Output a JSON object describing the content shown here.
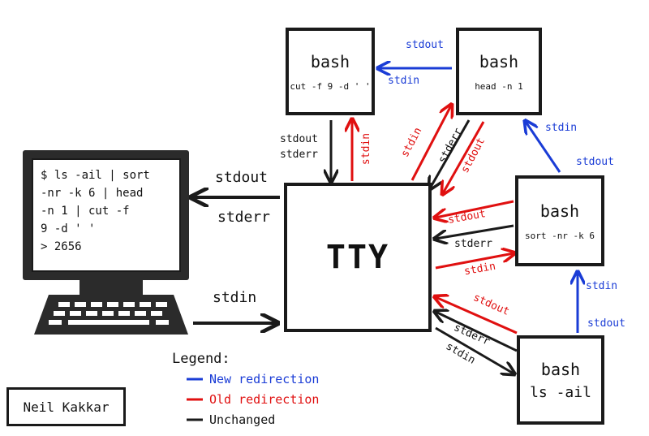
{
  "colors": {
    "new": "#1a3cd6",
    "old": "#e01010",
    "unchanged": "#1a1a1a"
  },
  "tty": {
    "label": "TTY"
  },
  "bash_cut": {
    "title": "bash",
    "cmd": "cut -f 9 -d ' '"
  },
  "bash_head": {
    "title": "bash",
    "cmd": "head -n 1"
  },
  "bash_sort": {
    "title": "bash",
    "cmd": "sort -nr -k 6"
  },
  "bash_ls": {
    "title": "bash",
    "cmd": "ls -ail"
  },
  "computer": {
    "lines": [
      "$ ls -ail | sort",
      "-nr -k 6 | head",
      "-n 1 | cut -f",
      "9 -d ' '",
      "> 2656"
    ],
    "icon": "computer-icon"
  },
  "labels": {
    "computer_stdout": "stdout",
    "computer_stderr": "stderr",
    "computer_stdin": "stdin",
    "head_to_cut_stdout": "stdout",
    "cut_to_head_stdin": "stdin",
    "cut_tty_stdout": "stdout",
    "cut_tty_stderr": "stderr",
    "tty_cut_stdin": "stdin",
    "tty_head_stdin": "stdin",
    "head_tty_stderr": "stderr",
    "head_tty_stdout": "stdout",
    "sort_head_stdin": "stdin",
    "sort_head_stdout": "stdout",
    "sort_tty_stdout": "stdout",
    "sort_tty_stderr": "stderr",
    "tty_sort_stdin": "stdin",
    "ls_sort_stdin": "stdin",
    "ls_sort_stdout": "stdout",
    "ls_tty_stdout": "stdout",
    "ls_tty_stderr": "stderr",
    "tty_ls_stdin": "stdin"
  },
  "legend": {
    "title": "Legend:",
    "items": [
      {
        "label": "New redirection",
        "color": "#1a3cd6"
      },
      {
        "label": "Old redirection",
        "color": "#e01010"
      },
      {
        "label": "Unchanged",
        "color": "#1a1a1a"
      }
    ]
  },
  "author": "Neil Kakkar"
}
